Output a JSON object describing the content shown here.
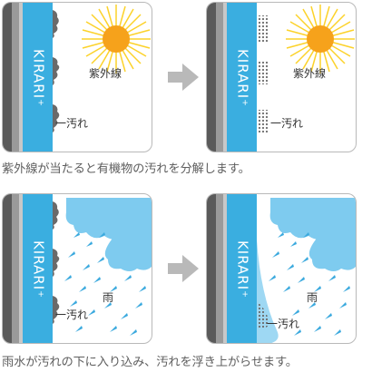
{
  "brand_label": "KIRARI⁺",
  "labels": {
    "uv": "紫外線",
    "dirt": "一汚れ",
    "rain": "雨"
  },
  "captions": {
    "top": "紫外線が当たると有機物の汚れを分解します。",
    "bottom": "雨水が汚れの下に入り込み、汚れを浮き上がらせます。"
  },
  "colors": {
    "brand_blue": "#3aaee0",
    "sun_orange": "#f6a21b",
    "sun_ray": "#fcd22a",
    "cloud_blue": "#7ecbef",
    "rain_blue": "#3aa9de",
    "dirt_gray": "#6a6a6a",
    "wall_gray": "#8b8b8b",
    "arrow_gray": "#b9b9b9"
  }
}
